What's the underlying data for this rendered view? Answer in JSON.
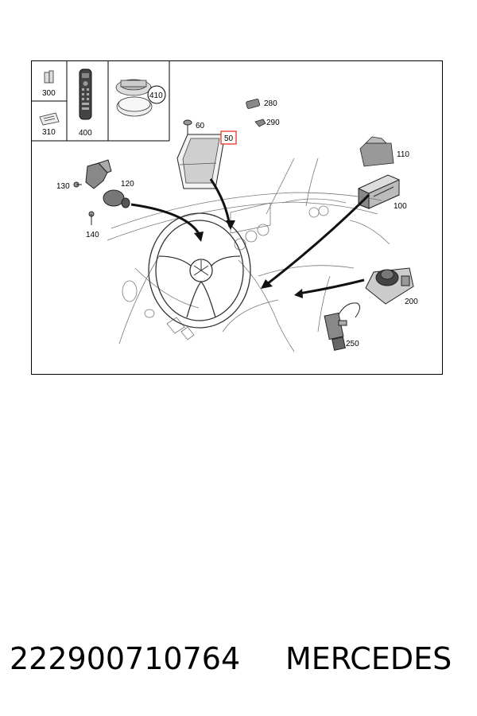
{
  "diagram": {
    "labels": {
      "p300": "300",
      "p310": "310",
      "p400": "400",
      "p410": "410",
      "p60": "60",
      "p50": "50",
      "p280": "280",
      "p290": "290",
      "p110": "110",
      "p100": "100",
      "p130": "130",
      "p120": "120",
      "p140": "140",
      "p200": "200",
      "p250": "250"
    },
    "highlight_color": "#e8332a"
  },
  "footer": {
    "part_number": "222900710764",
    "brand": "MERCEDES"
  }
}
